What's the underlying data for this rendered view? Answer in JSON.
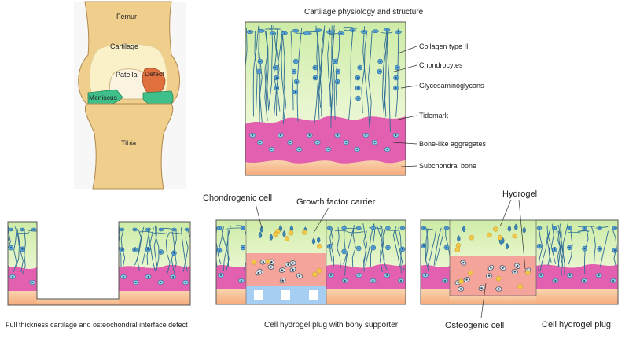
{
  "knee": {
    "labels": {
      "femur": "Femur",
      "cartilage": "Cartilage",
      "patella": "Patella",
      "defect": "Defect",
      "meniscus": "Meniscus",
      "tibia": "Tibia"
    }
  },
  "structure": {
    "title": "Cartilage physiology and structure",
    "layers": {
      "collagen": "Collagen type II",
      "chondrocytes": "Chondrocytes",
      "gag": "Glycosaminoglycans",
      "tidemark": "Tidemark",
      "bone_like": "Bone-like aggregates",
      "subchondral": "Subchondral bone"
    }
  },
  "panels": {
    "defect_caption": "Full thickness cartilage and osteochondral interface defect",
    "bony_caption": "Cell hydrogel plug with bony supporter",
    "plug_caption": "Cell hydrogel plug",
    "chondrogenic_cell": "Chondrogenic cell",
    "growth_factor": "Growth factor carrier",
    "hydrogel": "Hydrogel",
    "osteogenic_cell": "Osteogenic cell"
  },
  "colors": {
    "femur_bone": "#f0cf8c",
    "cartilage_pale": "#fbf1c8",
    "defect": "#e0703e",
    "meniscus": "#3fbf8a",
    "cartilage_top": "#d9f0b8",
    "cartilage_mid": "#ecf7d2",
    "chondrocyte": "#5aa4d6",
    "collagen_fiber": "#2f6e95",
    "calcified": "#e35fb0",
    "subchondral": "#f7c08e",
    "growth_factor": "#f2c84a",
    "supporter": "#a6cdf2"
  }
}
